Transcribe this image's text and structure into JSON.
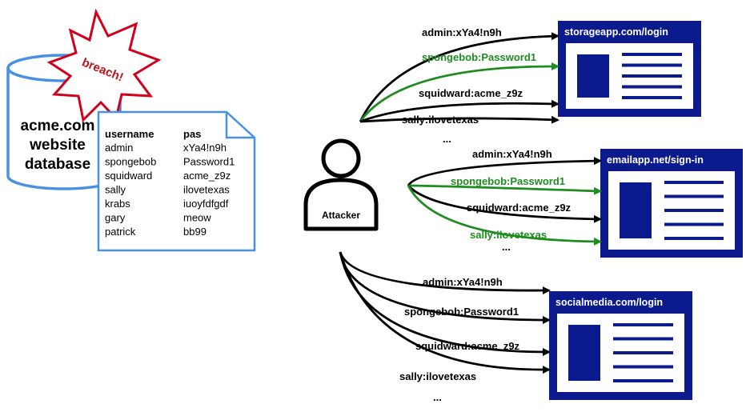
{
  "database": {
    "label_lines": [
      "acme.com",
      "website",
      "database"
    ],
    "breach_label": "breach!",
    "document": {
      "headers": [
        "username",
        "pas"
      ],
      "rows": [
        [
          "admin",
          "xYa4!n9h"
        ],
        [
          "spongebob",
          "Password1"
        ],
        [
          "squidward",
          "acme_z9z"
        ],
        [
          "sally",
          "ilovetexas"
        ],
        [
          "krabs",
          "iuoyfdfgdf"
        ],
        [
          "gary",
          "meow"
        ],
        [
          "patrick",
          "bb99"
        ]
      ]
    }
  },
  "attacker": {
    "label": "Attacker"
  },
  "targets": [
    {
      "title": "storageapp.com/login",
      "attempts": [
        {
          "text": "admin:xYa4!n9h",
          "success": false
        },
        {
          "text": "spongebob:Password1",
          "success": true
        },
        {
          "text": "squidward:acme_z9z",
          "success": false
        },
        {
          "text": "sally:ilovetexas",
          "success": false
        }
      ],
      "more": "..."
    },
    {
      "title": "emailapp.net/sign-in",
      "attempts": [
        {
          "text": "admin:xYa4!n9h",
          "success": false
        },
        {
          "text": "spongebob:Password1",
          "success": true
        },
        {
          "text": "squidward:acme_z9z",
          "success": false
        },
        {
          "text": "sally:ilovetexas",
          "success": true
        }
      ],
      "more": "..."
    },
    {
      "title": "socialmedia.com/login",
      "attempts": [
        {
          "text": "admin:xYa4!n9h",
          "success": false
        },
        {
          "text": "spongebob:Password1",
          "success": false
        },
        {
          "text": "squidward:acme_z9z",
          "success": false
        },
        {
          "text": "sally:ilovetexas",
          "success": false
        }
      ],
      "more": "..."
    }
  ],
  "colors": {
    "navy": "#0b1a8c",
    "success": "#1e8c1e",
    "fail": "#000000",
    "db_stroke": "#4a90e2",
    "breach_stroke": "#d0021b",
    "breach_text": "#c0141c"
  }
}
